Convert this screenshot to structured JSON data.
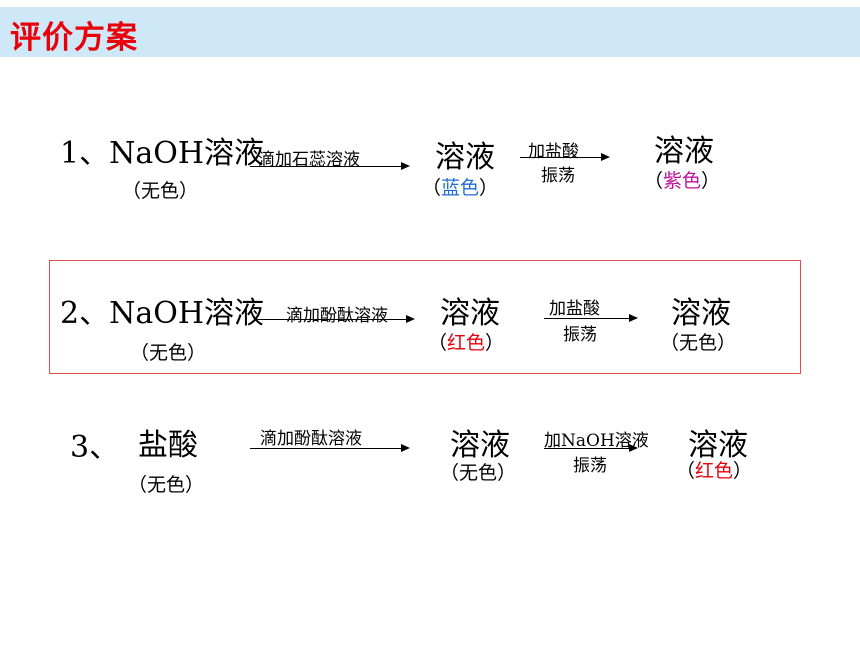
{
  "title": "评价方案",
  "rows": [
    {
      "num": "1、NaOH溶液",
      "start_color": "（无色）",
      "reagent1": "滴加石蕊溶液",
      "mid_solution": "溶液",
      "mid_color_open": "（",
      "mid_color": "蓝色",
      "mid_color_close": "）",
      "reagent2_top": "加盐酸",
      "reagent2_bottom": "振荡",
      "end_solution": "溶液",
      "end_color_open": "（",
      "end_color": "紫色",
      "end_color_close": "）"
    },
    {
      "num": "2、NaOH溶液",
      "start_color": "（无色）",
      "reagent1": "滴加酚酞溶液",
      "mid_solution": "溶液",
      "mid_color_open": "（",
      "mid_color": "红色",
      "mid_color_close": "）",
      "reagent2_top": "加盐酸",
      "reagent2_bottom": "振荡",
      "end_solution": "溶液",
      "end_color": "（无色）"
    },
    {
      "num": "3、",
      "substance": "盐酸",
      "start_color": "（无色）",
      "reagent1": "滴加酚酞溶液",
      "mid_solution": "溶液",
      "mid_color": "（无色）",
      "reagent2_top": "加NaOH溶液",
      "reagent2_bottom": "振荡",
      "end_solution": "溶液",
      "end_color_open": "（",
      "end_color": "红色",
      "end_color_close": "）"
    }
  ],
  "colors": {
    "title": "#e8000a",
    "title_bg": "#cfe8f7",
    "blue": "#1f6fd1",
    "purple": "#c0139c",
    "red": "#e8000a",
    "box_border": "#e05050"
  }
}
